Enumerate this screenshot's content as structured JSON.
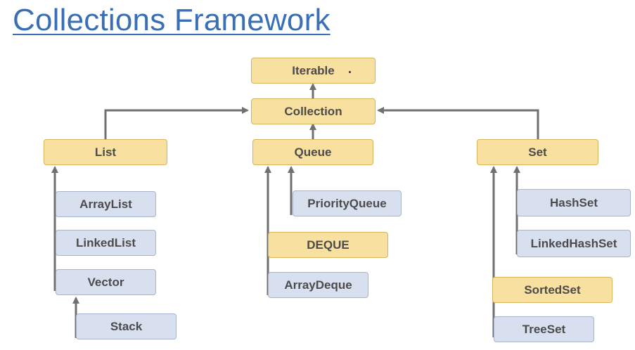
{
  "title": "Collections Framework",
  "colors": {
    "interface_fill": "#f8e0a0",
    "class_fill": "#d8e0f0",
    "arrow": "#707070",
    "title": "#3a6fb5"
  },
  "nodes": {
    "iterable": "Iterable",
    "collection": "Collection",
    "list": "List",
    "queue": "Queue",
    "set": "Set",
    "arraylist": "ArrayList",
    "linkedlist": "LinkedList",
    "vector": "Vector",
    "stack": "Stack",
    "priorityqueue": "PriorityQueue",
    "deque": "DEQUE",
    "arraydeque": "ArrayDeque",
    "hashset": "HashSet",
    "linkedhashset": "LinkedHashSet",
    "sortedset": "SortedSet",
    "treeset": "TreeSet"
  }
}
